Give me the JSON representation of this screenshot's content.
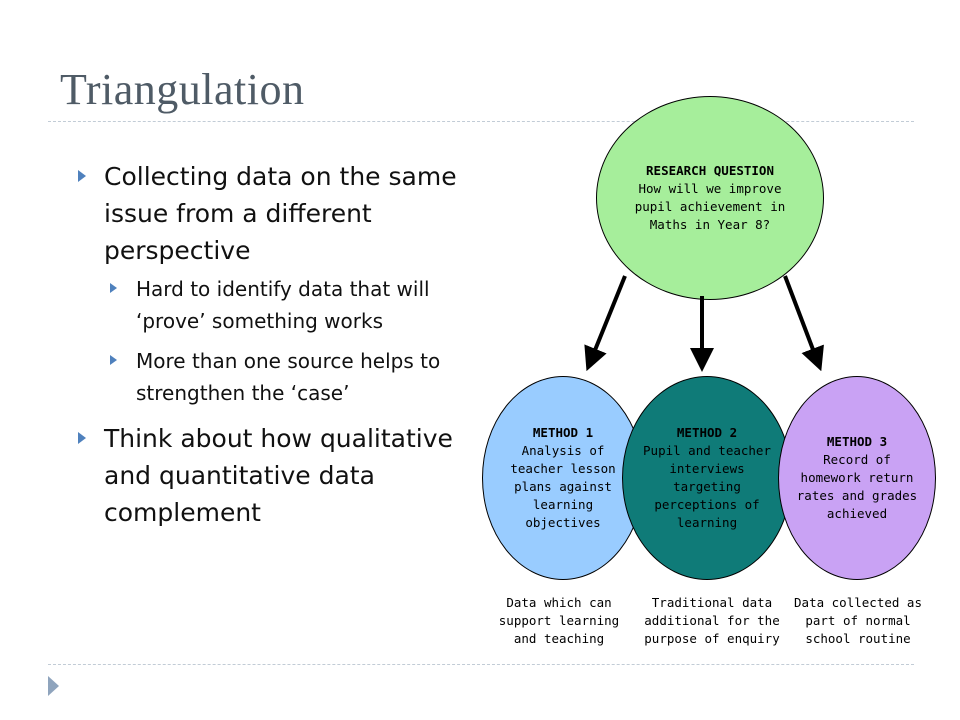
{
  "slide": {
    "title": "Triangulation",
    "bullets": {
      "main1": "Collecting data on the same issue from a different perspective",
      "sub1": "Hard to identify data that will ‘prove’ something works",
      "sub2": "More than one source helps to strengthen the ‘case’",
      "main2": "Think about how qualitative and quantitative data complement"
    }
  },
  "diagram": {
    "research": {
      "heading": "RESEARCH QUESTION",
      "text": "How will we improve pupil achievement in Maths in Year 8?",
      "color": "#a6ee9b"
    },
    "methods": [
      {
        "heading": "METHOD 1",
        "text": "Analysis of teacher lesson plans against learning objectives",
        "note": "Data which can support learning and teaching",
        "color": "#99ccff"
      },
      {
        "heading": "METHOD 2",
        "text": "Pupil and teacher interviews targeting perceptions of learning",
        "note": "Traditional data additional for the purpose of enquiry",
        "color": "#0f7b78"
      },
      {
        "heading": "METHOD 3",
        "text": "Record of homework return rates and grades achieved",
        "note": "Data collected as part of normal school routine",
        "color": "#c9a2f4"
      }
    ]
  },
  "colors": {
    "bullet": "#4f81bd",
    "title": "#4f5b66"
  }
}
